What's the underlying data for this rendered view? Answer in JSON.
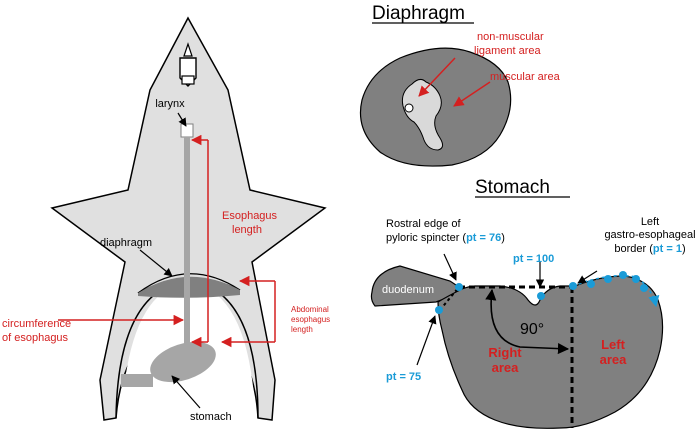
{
  "colors": {
    "annotation_red": "#d42020",
    "point_blue": "#1a9bd7",
    "body_fill": "#e0e0e0",
    "organ_fill": "#808080",
    "stomach_fill": "#a6a6a6"
  },
  "diaphragm_section": {
    "title": "Diaphragm",
    "labels": {
      "non_muscular_line1": "non-muscular",
      "non_muscular_line2": "ligament area",
      "muscular": "muscular area"
    }
  },
  "stomach_section": {
    "title": "Stomach",
    "labels": {
      "rostral_line1": "Rostral edge of",
      "rostral_line2_prefix": "pyloric spincter (",
      "rostral_pt": "pt = 76",
      "rostral_suffix": ")",
      "pt100": "pt = 100",
      "left_border_line1": "Left",
      "left_border_line2": "gastro-esophageal",
      "left_border_line3_prefix": "border (",
      "left_border_pt": "pt = 1",
      "left_border_suffix": ")",
      "duodenum": "duodenum",
      "angle": "90°",
      "right_area_line1": "Right",
      "right_area_line2": "area",
      "left_area_line1": "Left",
      "left_area_line2": "area",
      "pt75": "pt = 75"
    }
  },
  "body_section": {
    "labels": {
      "larynx": "larynx",
      "diaphragm": "diaphragm",
      "esophagus_length_line1": "Esophagus",
      "esophagus_length_line2": "length",
      "abdominal_line1": "Abdominal",
      "abdominal_line2": "esophagus",
      "abdominal_line3": "length",
      "circumference_line1": "circumference",
      "circumference_line2": "of esophagus",
      "stomach": "stomach"
    }
  }
}
